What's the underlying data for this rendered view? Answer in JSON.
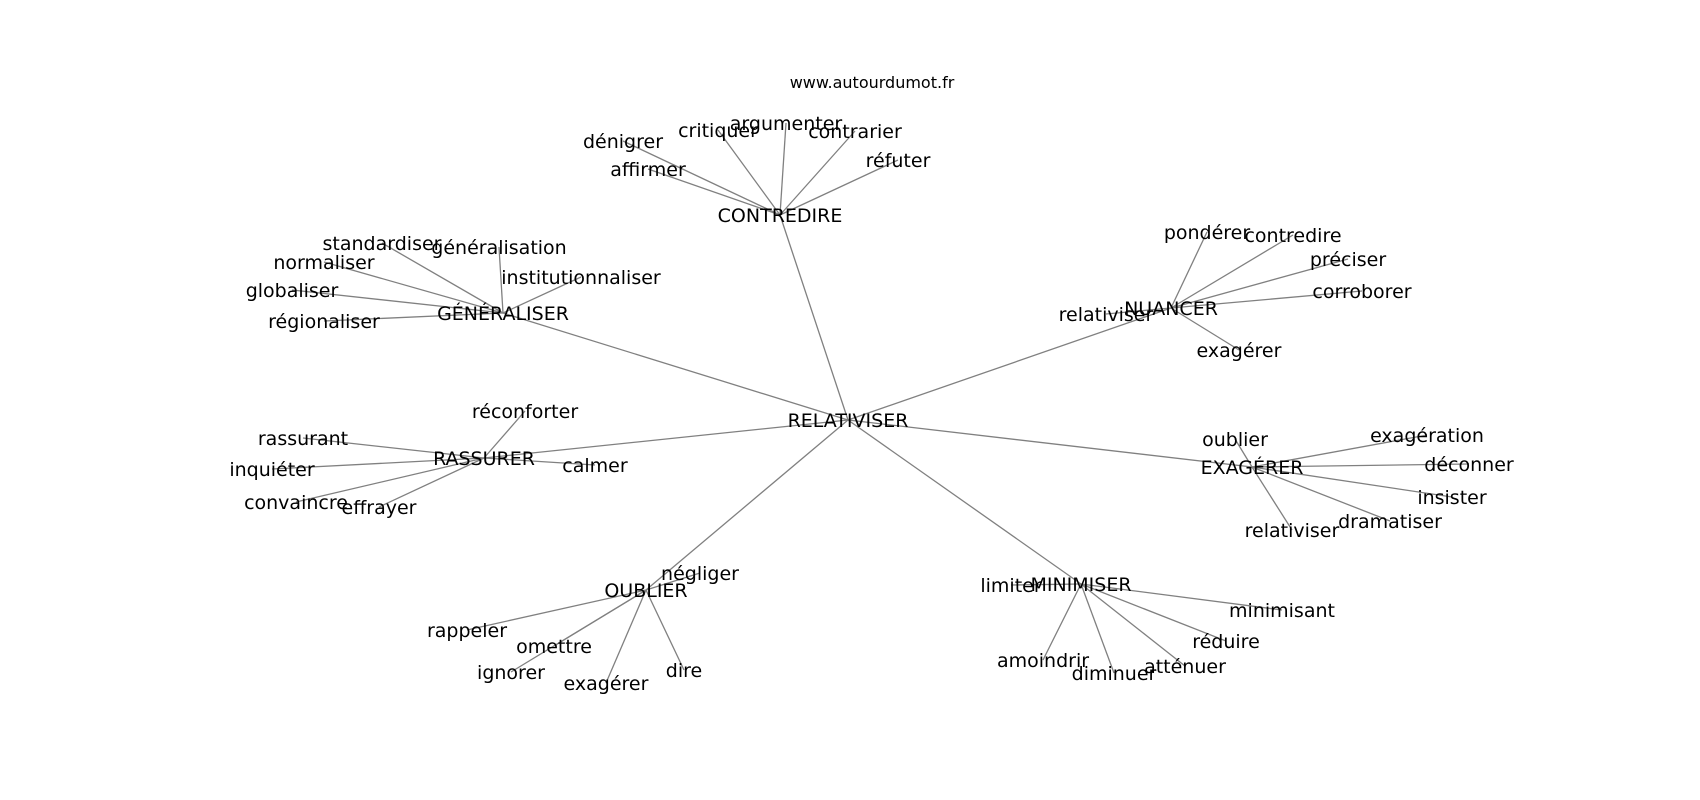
{
  "site": "www.autourdumot.fr",
  "center": "RELATIVISER",
  "clusters": [
    {
      "word": "CONTREDIRE",
      "related": [
        "dénigrer",
        "critiquer",
        "argumenter",
        "contrarier",
        "réfuter",
        "affirmer"
      ]
    },
    {
      "word": "GÉNÉRALISER",
      "related": [
        "standardiser",
        "généralisation",
        "normaliser",
        "institutionnaliser",
        "globaliser",
        "régionaliser"
      ]
    },
    {
      "word": "NUANCER",
      "related": [
        "pondérer",
        "contredire",
        "préciser",
        "corroborer",
        "relativiser",
        "exagérer"
      ]
    },
    {
      "word": "RASSURER",
      "related": [
        "réconforter",
        "rassurant",
        "inquiéter",
        "calmer",
        "convaincre",
        "effrayer"
      ]
    },
    {
      "word": "EXAGÉRER",
      "related": [
        "oublier",
        "exagération",
        "déconner",
        "insister",
        "dramatiser",
        "relativiser"
      ]
    },
    {
      "word": "OUBLIER",
      "related": [
        "négliger",
        "rappeler",
        "omettre",
        "ignorer",
        "exagérer",
        "dire"
      ]
    },
    {
      "word": "MINIMISER",
      "related": [
        "limiter",
        "minimisant",
        "réduire",
        "atténuer",
        "diminuer",
        "amoindrir"
      ]
    }
  ]
}
